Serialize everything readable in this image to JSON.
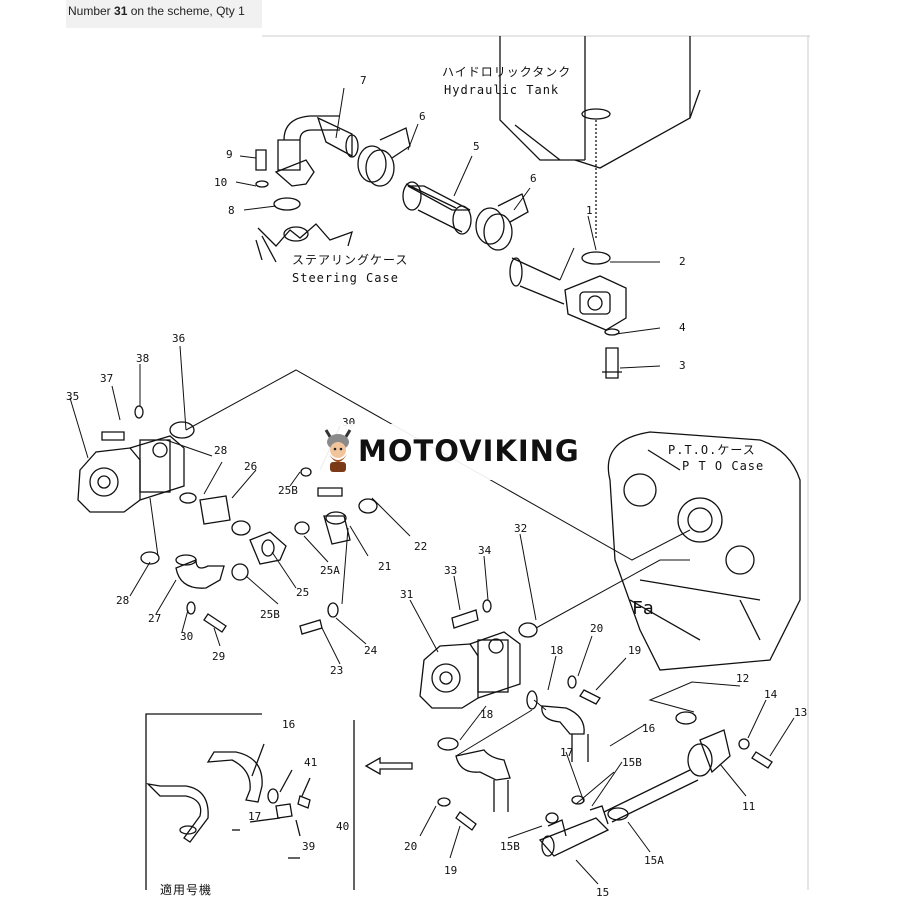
{
  "caption": {
    "prefix": "Number ",
    "number": "31",
    "suffix": " on the scheme, Qty 1"
  },
  "labels": {
    "hydraulic_tank_jp": "ハイドロリックタンク",
    "hydraulic_tank_en": "Hydraulic Tank",
    "steering_case_jp": "ステアリングケース",
    "steering_case_en": "Steering Case",
    "pto_case_jp": "P.T.O.ケース",
    "pto_case_en": "P T O Case",
    "applicable_jp": "適用号機",
    "pto_mark": "Fa"
  },
  "watermark": {
    "brand": "MOTOVIKING",
    "mascot": "viking-mascot-icon"
  },
  "callouts": [
    {
      "id": "c-7",
      "text": "7"
    },
    {
      "id": "c-6a",
      "text": "6"
    },
    {
      "id": "c-5",
      "text": "5"
    },
    {
      "id": "c-6b",
      "text": "6"
    },
    {
      "id": "c-1",
      "text": "1"
    },
    {
      "id": "c-2",
      "text": "2"
    },
    {
      "id": "c-4",
      "text": "4"
    },
    {
      "id": "c-3",
      "text": "3"
    },
    {
      "id": "c-9",
      "text": "9"
    },
    {
      "id": "c-10",
      "text": "10"
    },
    {
      "id": "c-8",
      "text": "8"
    },
    {
      "id": "c-36",
      "text": "36"
    },
    {
      "id": "c-38",
      "text": "38"
    },
    {
      "id": "c-37",
      "text": "37"
    },
    {
      "id": "c-35",
      "text": "35"
    },
    {
      "id": "c-30a",
      "text": "30"
    },
    {
      "id": "c-28a",
      "text": "28"
    },
    {
      "id": "c-26",
      "text": "26"
    },
    {
      "id": "c-25b-a",
      "text": "25B"
    },
    {
      "id": "c-22",
      "text": "22"
    },
    {
      "id": "c-21",
      "text": "21"
    },
    {
      "id": "c-25a",
      "text": "25A"
    },
    {
      "id": "c-25",
      "text": "25"
    },
    {
      "id": "c-25b-b",
      "text": "25B"
    },
    {
      "id": "c-28b",
      "text": "28"
    },
    {
      "id": "c-27",
      "text": "27"
    },
    {
      "id": "c-30b",
      "text": "30"
    },
    {
      "id": "c-29",
      "text": "29"
    },
    {
      "id": "c-23",
      "text": "23"
    },
    {
      "id": "c-24",
      "text": "24"
    },
    {
      "id": "c-32",
      "text": "32"
    },
    {
      "id": "c-34",
      "text": "34"
    },
    {
      "id": "c-33",
      "text": "33"
    },
    {
      "id": "c-31",
      "text": "31"
    },
    {
      "id": "c-18a",
      "text": "18"
    },
    {
      "id": "c-20a",
      "text": "20"
    },
    {
      "id": "c-19a",
      "text": "19"
    },
    {
      "id": "c-18b",
      "text": "18"
    },
    {
      "id": "c-12",
      "text": "12"
    },
    {
      "id": "c-14",
      "text": "14"
    },
    {
      "id": "c-13",
      "text": "13"
    },
    {
      "id": "c-16a",
      "text": "16"
    },
    {
      "id": "c-17a",
      "text": "17"
    },
    {
      "id": "c-15b-a",
      "text": "15B"
    },
    {
      "id": "c-11",
      "text": "11"
    },
    {
      "id": "c-20b",
      "text": "20"
    },
    {
      "id": "c-19b",
      "text": "19"
    },
    {
      "id": "c-15b-b",
      "text": "15B"
    },
    {
      "id": "c-15a",
      "text": "15A"
    },
    {
      "id": "c-15",
      "text": "15"
    },
    {
      "id": "c-16b",
      "text": "16"
    },
    {
      "id": "c-41",
      "text": "41"
    },
    {
      "id": "c-17b",
      "text": "17"
    },
    {
      "id": "c-40",
      "text": "40"
    },
    {
      "id": "c-39",
      "text": "39"
    }
  ]
}
